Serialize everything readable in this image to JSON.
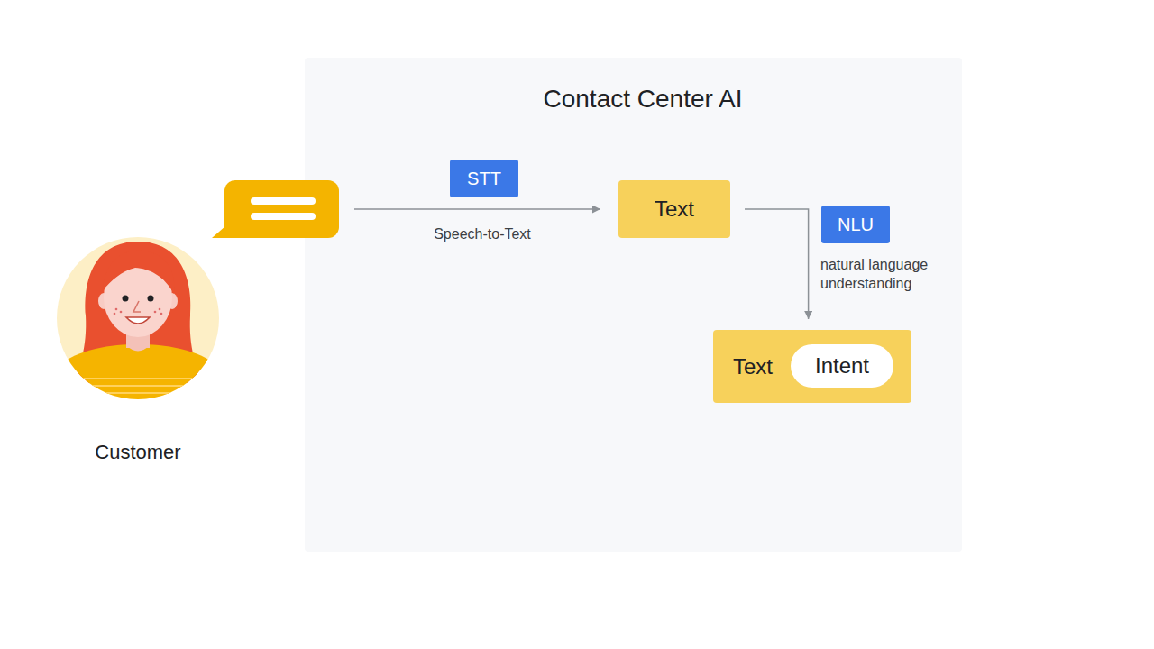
{
  "diagram": {
    "nodes": [
      {
        "text": [
          "Customer"
        ]
      },
      {
        "text": [
          "Contact Center AI"
        ]
      },
      {
        "text": [
          "STT"
        ],
        "in": 1
      },
      {
        "text": [
          "Text"
        ],
        "in": 1
      },
      {
        "text": [
          "NLU"
        ],
        "in": 1
      },
      {
        "text": [
          "Text"
        ],
        "in": 1
      },
      {
        "text": [
          "Intent"
        ],
        "in": 5
      }
    ],
    "edges": [
      {
        "from": 0,
        "to": 3,
        "arrow": "to"
      },
      {
        "from": 3,
        "to": 5,
        "arrow": "to"
      }
    ],
    "labels": [
      "Speech-to-Text",
      "natural language understanding"
    ]
  }
}
